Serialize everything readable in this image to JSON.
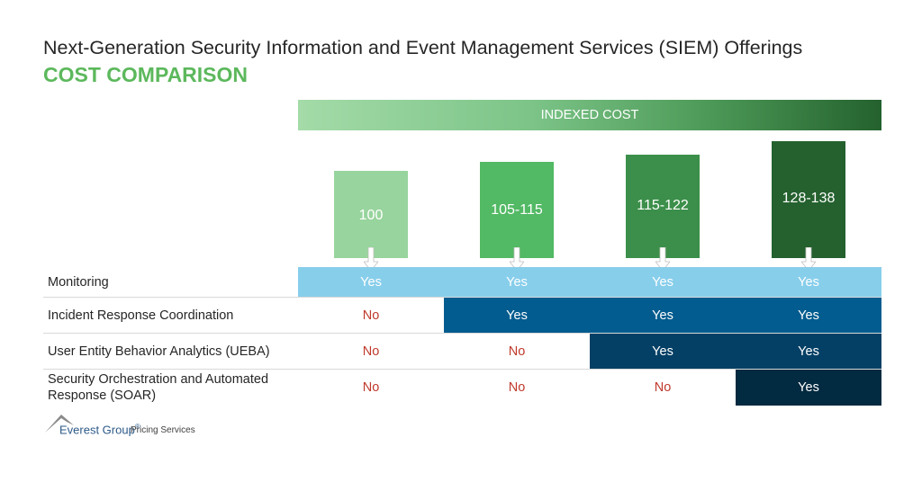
{
  "title": "Next-Generation Security Information and Event Management Services (SIEM) Offerings",
  "subtitle": "COST COMPARISON",
  "header": "INDEXED COST",
  "colors": {
    "subtitle": "#5cb85c",
    "bar_1": "#98d49d",
    "bar_2": "#52b964",
    "bar_3": "#3b8f4a",
    "bar_4": "#24612e",
    "monitoring_row": "#87ceeb",
    "incident_row": "#035c8f",
    "ueba_row": "#044065",
    "soar_row": "#022a40",
    "no_text": "#c0392b"
  },
  "chart_data": {
    "type": "table",
    "title": "Next-Generation Security Information and Event Management Services (SIEM) Offerings",
    "subtitle": "COST COMPARISON",
    "header": "INDEXED COST",
    "tiers": [
      {
        "indexed_cost": "100",
        "low": 100,
        "high": 100
      },
      {
        "indexed_cost": "105-115",
        "low": 105,
        "high": 115
      },
      {
        "indexed_cost": "115-122",
        "low": 115,
        "high": 122
      },
      {
        "indexed_cost": "128-138",
        "low": 128,
        "high": 138
      }
    ],
    "rows": [
      {
        "label": "Monitoring",
        "values": [
          "Yes",
          "Yes",
          "Yes",
          "Yes"
        ]
      },
      {
        "label": "Incident Response Coordination",
        "values": [
          "No",
          "Yes",
          "Yes",
          "Yes"
        ]
      },
      {
        "label": "User Entity Behavior Analytics (UEBA)",
        "values": [
          "No",
          "No",
          "Yes",
          "Yes"
        ]
      },
      {
        "label": "Security Orchestration and Automated Response (SOAR)",
        "values": [
          "No",
          "No",
          "No",
          "Yes"
        ]
      }
    ]
  },
  "footer": {
    "brand": "Everest Group",
    "registered": "®",
    "tagline": "Pricing Services"
  }
}
